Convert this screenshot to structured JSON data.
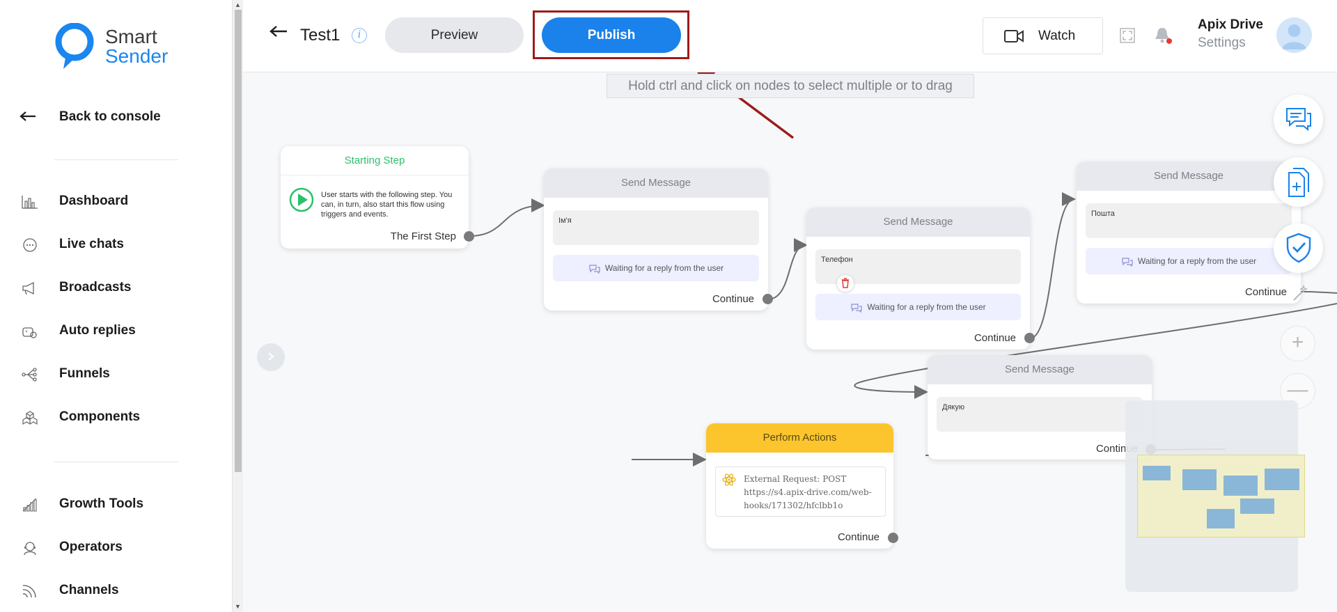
{
  "brand": {
    "line1": "Smart",
    "line2": "Sender"
  },
  "sidebar": {
    "back_label": "Back to console",
    "items": [
      {
        "label": "Dashboard",
        "icon": "bar-chart-icon"
      },
      {
        "label": "Live chats",
        "icon": "chat-bubble-icon"
      },
      {
        "label": "Broadcasts",
        "icon": "megaphone-icon"
      },
      {
        "label": "Auto replies",
        "icon": "robot-head-icon"
      },
      {
        "label": "Funnels",
        "icon": "funnel-share-icon"
      },
      {
        "label": "Components",
        "icon": "cubes-icon"
      },
      {
        "label": "Growth Tools",
        "icon": "signal-bars-icon"
      },
      {
        "label": "Operators",
        "icon": "headset-icon"
      },
      {
        "label": "Channels",
        "icon": "rss-icon"
      }
    ]
  },
  "header": {
    "title": "Test1",
    "info": "i",
    "preview_label": "Preview",
    "publish_label": "Publish",
    "watch_label": "Watch",
    "account_name": "Apix Drive",
    "account_sub": "Settings"
  },
  "canvas": {
    "hint": "Hold ctrl and click on nodes to select multiple or to drag",
    "start": {
      "title": "Starting Step",
      "text": "User starts with the following step. You can, in turn, also start this flow using triggers and events.",
      "output": "The First Step"
    },
    "nodes": [
      {
        "title": "Send Message",
        "field": "Ім'я",
        "waiting": "Waiting for a reply from the user",
        "continue": "Continue"
      },
      {
        "title": "Send Message",
        "field": "Телефон",
        "waiting": "Waiting for a reply from the user",
        "continue": "Continue"
      },
      {
        "title": "Send Message",
        "field": "Пошта",
        "waiting": "Waiting for a reply from the user",
        "continue": "Continue"
      },
      {
        "title": "Send Message",
        "field": "Дякую",
        "continue": "Continue"
      }
    ],
    "perform": {
      "title": "Perform Actions",
      "request": "External Request: POST https://s4.apix-drive.com/web-hooks/171302/hfclbb1o",
      "continue": "Continue"
    },
    "zoom_in": "+",
    "zoom_out": "—"
  },
  "colors": {
    "accent": "#1a82ea",
    "highlight_box": "#9e1b1b",
    "start_green": "#2cc06a",
    "perform_yellow": "#fcc52e"
  }
}
